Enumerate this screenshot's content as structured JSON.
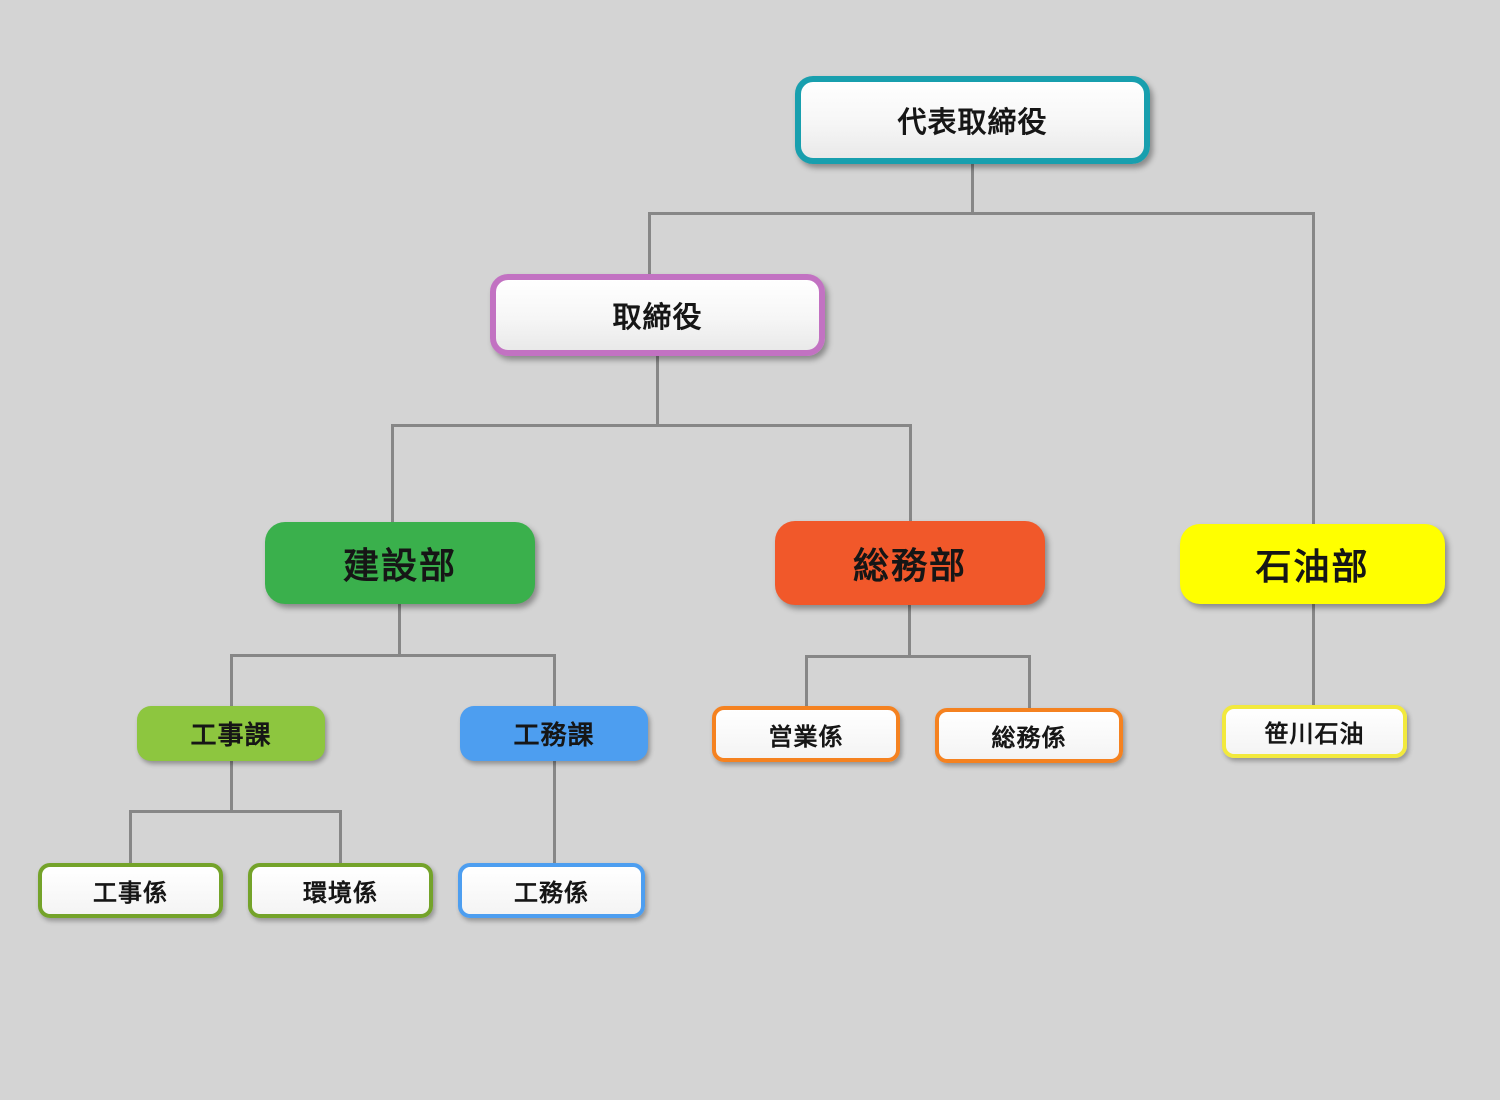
{
  "page": {
    "background_color": "#d4d4d4",
    "connector_color": "#878787"
  },
  "diagram": {
    "type": "org-chart",
    "nodes": {
      "representative_director": {
        "label": "代表取締役",
        "border_color": "#189fae",
        "fill_color": "#ffffff"
      },
      "director": {
        "label": "取締役",
        "border_color": "#c272c2",
        "fill_color": "#ffffff"
      },
      "construction_dept": {
        "label": "建設部",
        "fill_color": "#3ab04c"
      },
      "general_affairs_dept": {
        "label": "総務部",
        "fill_color": "#f1582a"
      },
      "oil_dept": {
        "label": "石油部",
        "fill_color": "#ffff00"
      },
      "construction_section": {
        "label": "工事課",
        "fill_color": "#8dc63f"
      },
      "engineering_section": {
        "label": "工務課",
        "fill_color": "#4d9ef0"
      },
      "sales_group": {
        "label": "営業係",
        "border_color": "#f58220",
        "fill_color": "#ffffff"
      },
      "general_affairs_group": {
        "label": "総務係",
        "border_color": "#f58220",
        "fill_color": "#ffffff"
      },
      "sasagawa_oil": {
        "label": "笹川石油",
        "border_color": "#f2e93d",
        "fill_color": "#ffffff"
      },
      "construction_group": {
        "label": "工事係",
        "border_color": "#74a32a",
        "fill_color": "#ffffff"
      },
      "environment_group": {
        "label": "環境係",
        "border_color": "#74a32a",
        "fill_color": "#ffffff"
      },
      "engineering_group": {
        "label": "工務係",
        "border_color": "#4d9ef0",
        "fill_color": "#ffffff"
      }
    },
    "hierarchy": {
      "代表取締役": {
        "取締役": {
          "建設部": {
            "工事課": [
              "工事係",
              "環境係"
            ],
            "工務課": [
              "工務係"
            ]
          },
          "総務部": [
            "営業係",
            "総務係"
          ]
        },
        "石油部": [
          "笹川石油"
        ]
      }
    }
  }
}
